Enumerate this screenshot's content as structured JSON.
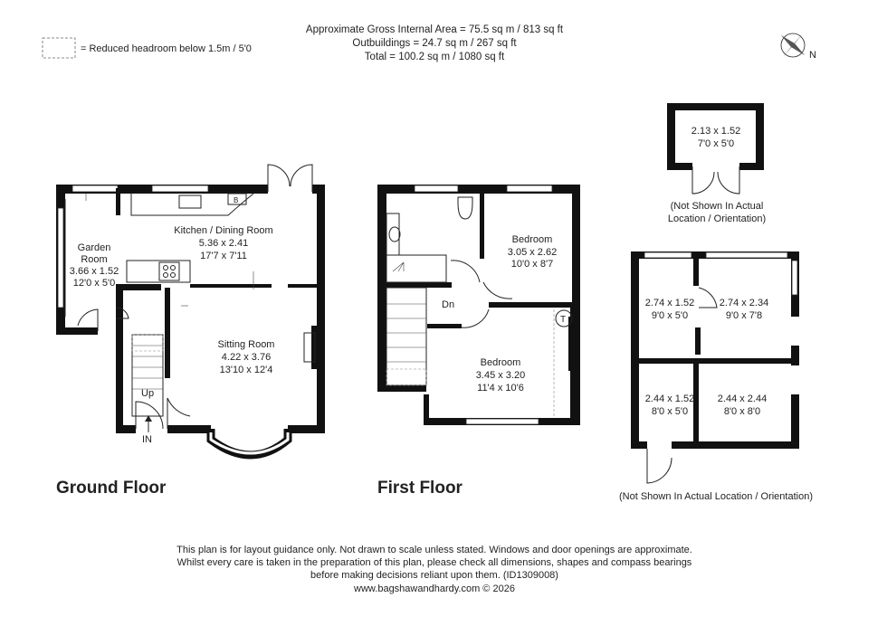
{
  "header": {
    "gross_area": "Approximate Gross Internal Area = 75.5 sq m / 813 sq ft",
    "outbuildings": "Outbuildings = 24.7 sq m / 267 sq ft",
    "total": "Total = 100.2 sq m / 1080 sq ft"
  },
  "legend": {
    "label": "= Reduced headroom below 1.5m / 5'0"
  },
  "compass": {
    "label": "N"
  },
  "ground_floor": {
    "title": "Ground Floor",
    "kitchen": {
      "name": "Kitchen / Dining Room",
      "metric": "5.36 x 2.41",
      "imperial": "17'7 x 7'11"
    },
    "garden": {
      "name1": "Garden",
      "name2": "Room",
      "metric": "3.66 x 1.52",
      "imperial": "12'0 x 5'0"
    },
    "sitting": {
      "name": "Sitting Room",
      "metric": "4.22 x 3.76",
      "imperial": "13'10 x 12'4"
    },
    "boiler": "B",
    "up": "Up",
    "entrance": "IN"
  },
  "first_floor": {
    "title": "First Floor",
    "bedroom1": {
      "name": "Bedroom",
      "metric": "3.05 x 2.62",
      "imperial": "10'0 x 8'7"
    },
    "bedroom2": {
      "name": "Bedroom",
      "metric": "3.45 x 3.20",
      "imperial": "11'4 x 10'6"
    },
    "down": "Dn",
    "tank": "T"
  },
  "outbuilding_small": {
    "metric": "2.13 x 1.52",
    "imperial": "7'0 x 5'0",
    "note1": "(Not Shown In Actual",
    "note2": "Location / Orientation)"
  },
  "outbuilding_large": {
    "r1": {
      "metric": "2.74 x 1.52",
      "imperial": "9'0 x 5'0"
    },
    "r2": {
      "metric": "2.74 x 2.34",
      "imperial": "9'0 x 7'8"
    },
    "r3": {
      "metric": "2.44 x 1.52",
      "imperial": "8'0 x 5'0"
    },
    "r4": {
      "metric": "2.44 x 2.44",
      "imperial": "8'0 x 8'0"
    },
    "note": "(Not Shown In Actual Location / Orientation)"
  },
  "footer": {
    "line1": "This plan is for layout guidance only. Not drawn to scale unless stated. Windows and door openings are approximate.",
    "line2": "Whilst every care is taken in the preparation of this plan, please check all dimensions, shapes and compass bearings",
    "line3": "before making decisions reliant upon them. (ID1309008)",
    "line4": "www.bagshawandhardy.com © 2026"
  }
}
